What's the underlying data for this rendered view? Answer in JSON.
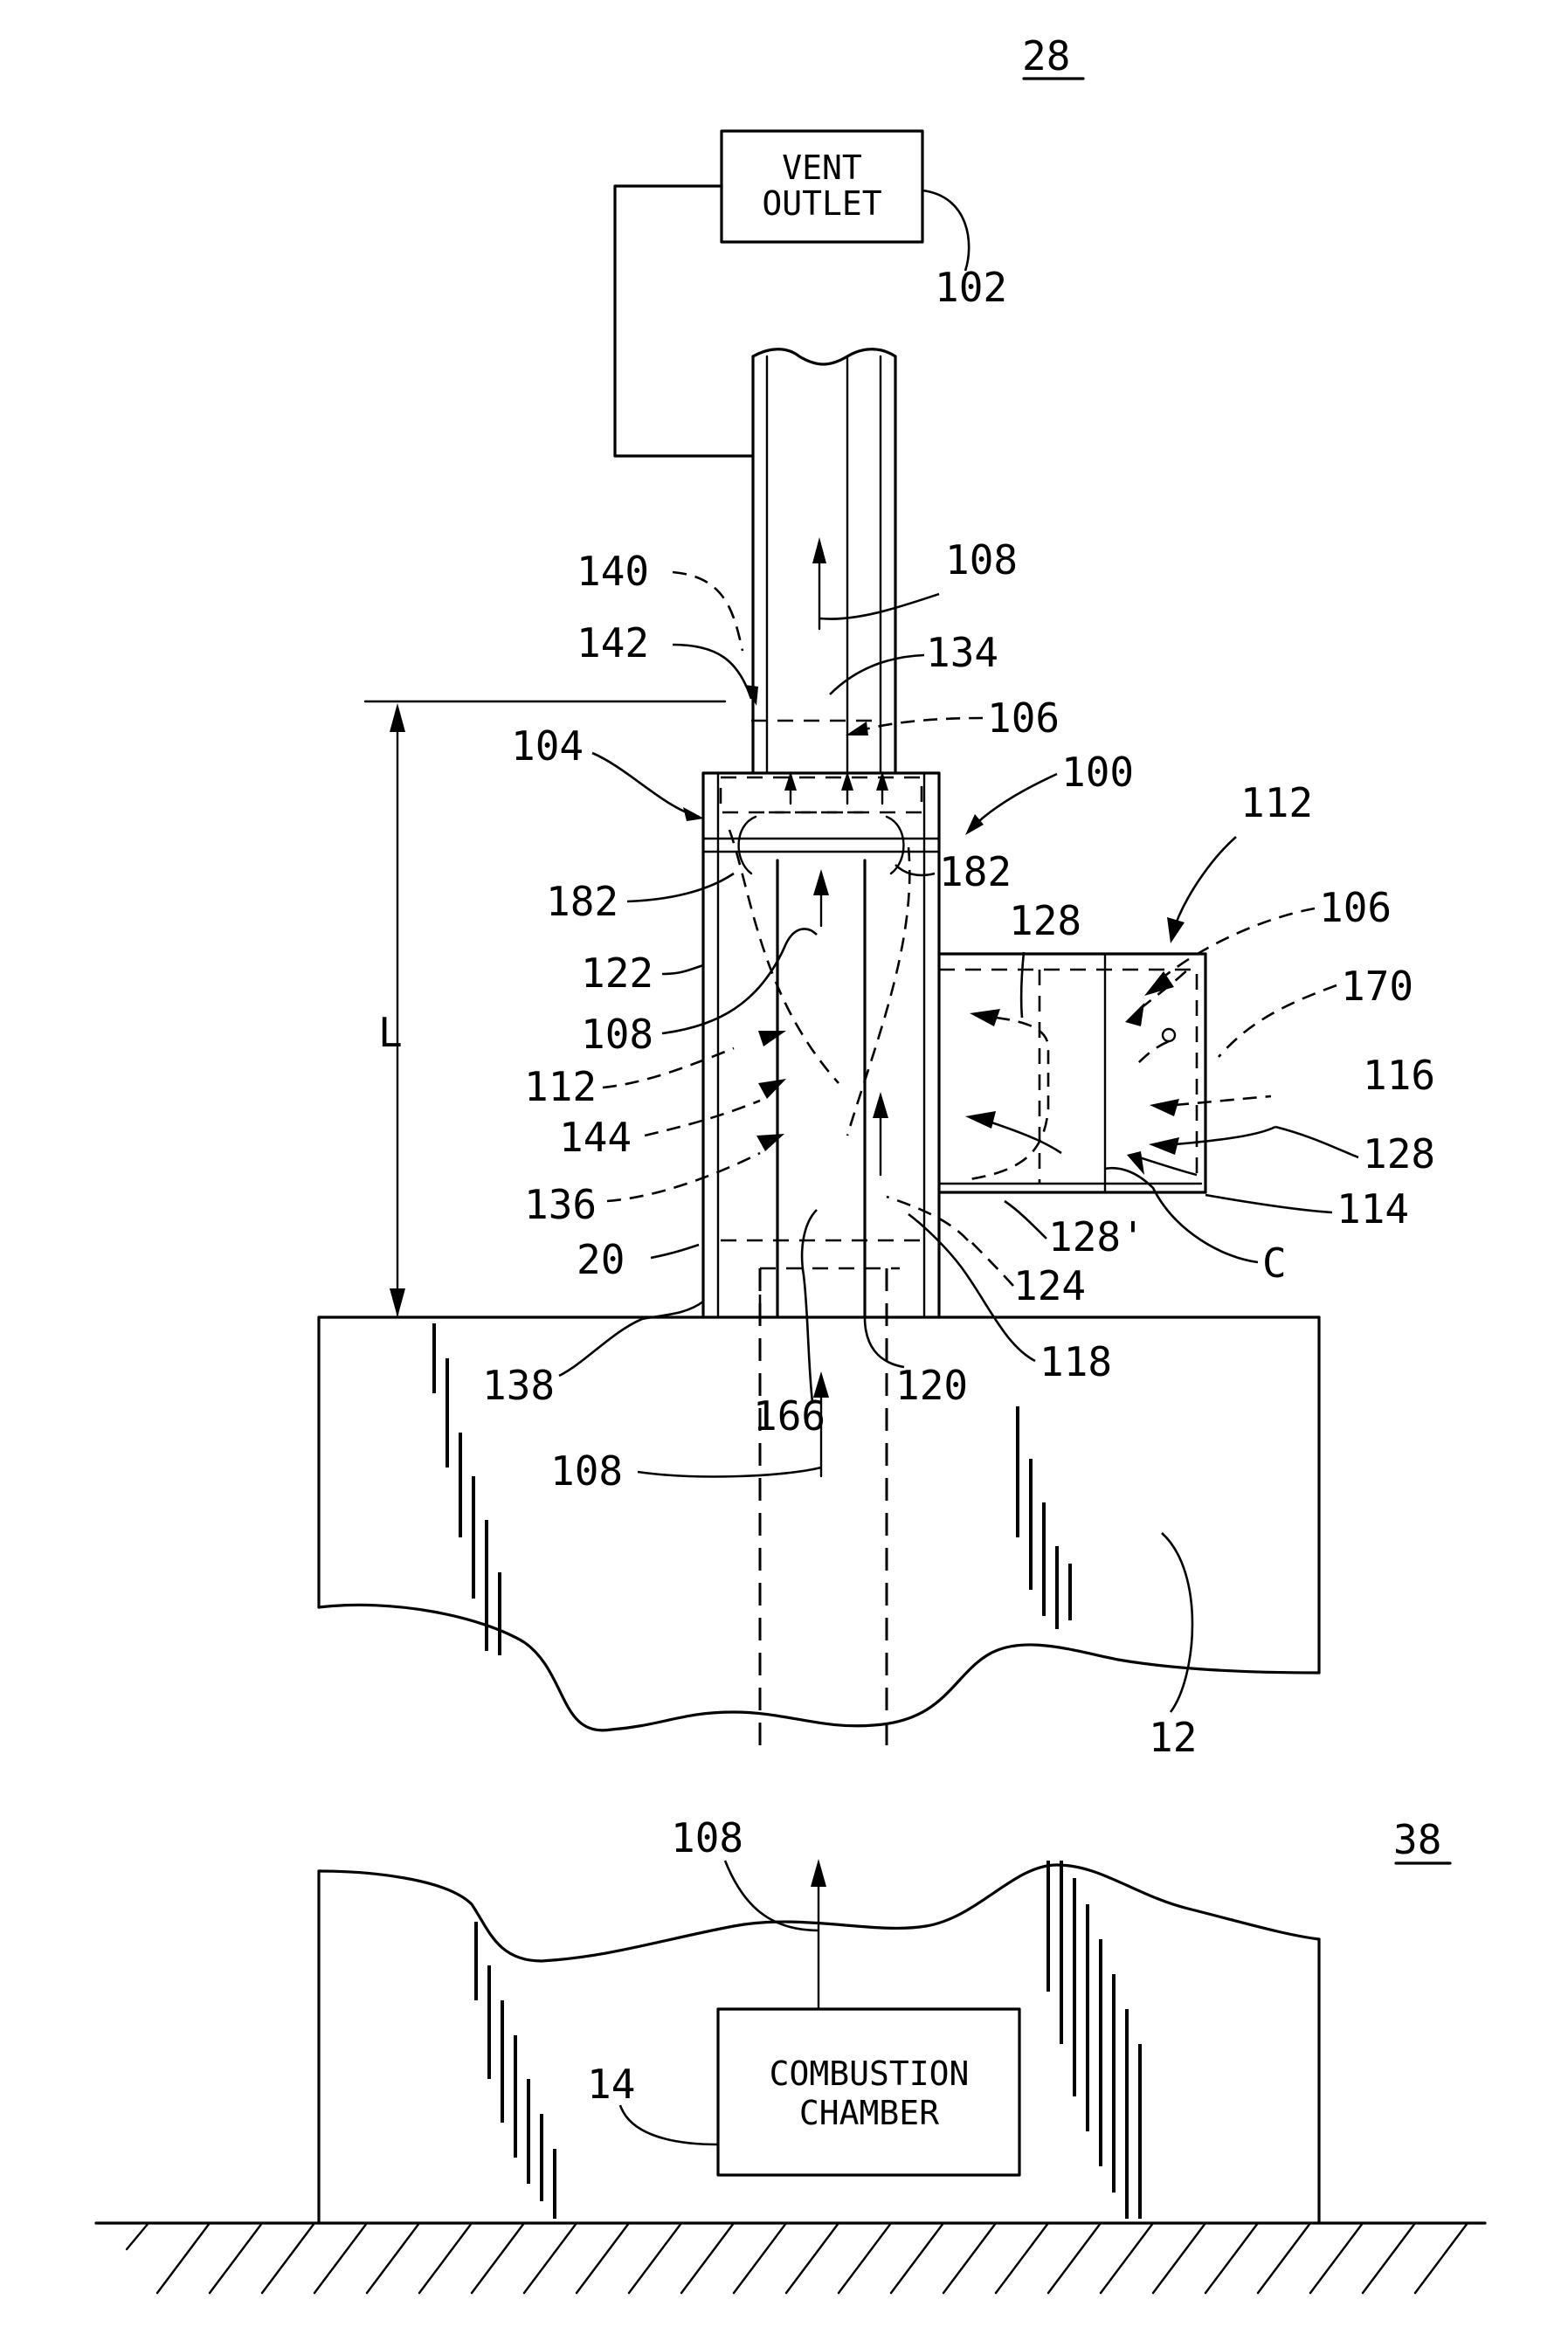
{
  "figure_labels": {
    "top_view": "28",
    "bottom_view": "38"
  },
  "boxes": {
    "vent_outlet": [
      "VENT",
      "OUTLET"
    ],
    "combustion_chamber": [
      "COMBUSTION",
      "CHAMBER"
    ]
  },
  "dimension": "L",
  "refs": {
    "r102": "102",
    "r108a": "108",
    "r140": "140",
    "r142": "142",
    "r134": "134",
    "r106a": "106",
    "r104": "104",
    "r100": "100",
    "r112a": "112",
    "r182a": "182",
    "r182b": "182",
    "r106b": "106",
    "r128a": "128",
    "r122": "122",
    "r170": "170",
    "r108b": "108",
    "r116": "116",
    "r112b": "112",
    "r144": "144",
    "r128b": "128",
    "r136": "136",
    "r114": "114",
    "r128c": "128'",
    "rC": "C",
    "r20": "20",
    "r124": "124",
    "r118": "118",
    "r138": "138",
    "r120": "120",
    "r166": "166",
    "r108c": "108",
    "r12": "12",
    "r108d": "108",
    "r14": "14"
  }
}
